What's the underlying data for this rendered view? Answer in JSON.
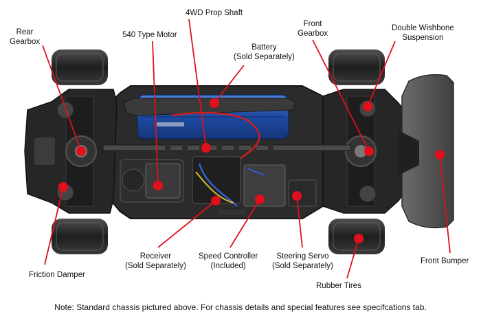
{
  "labels": {
    "rear_gearbox": [
      "Rear",
      "Gearbox"
    ],
    "motor": [
      "540 Type Motor"
    ],
    "prop_shaft": [
      "4WD Prop Shaft"
    ],
    "battery": [
      "Battery",
      "(Sold Separately)"
    ],
    "front_gearbox": [
      "Front",
      "Gearbox"
    ],
    "wishbone": [
      "Double Wishbone",
      "Suspension"
    ],
    "friction_damper": [
      "Friction Damper"
    ],
    "receiver": [
      "Receiver",
      "(Sold Separately)"
    ],
    "speed_controller": [
      "Speed Controller",
      "(Included)"
    ],
    "steering_servo": [
      "Steering Servo",
      "(Sold Separately)"
    ],
    "rubber_tires": [
      "Rubber Tires"
    ],
    "front_bumper": [
      "Front Bumper"
    ]
  },
  "note": "Note: Standard chassis pictured above. For chassis details and special features see specifcations tab.",
  "colors": {
    "callout": "#e0101c",
    "chassis": "#2b2b2b",
    "battery": "#1f4fa8",
    "tire": "#2c2c2c",
    "bumper": "#5a5a5a"
  }
}
